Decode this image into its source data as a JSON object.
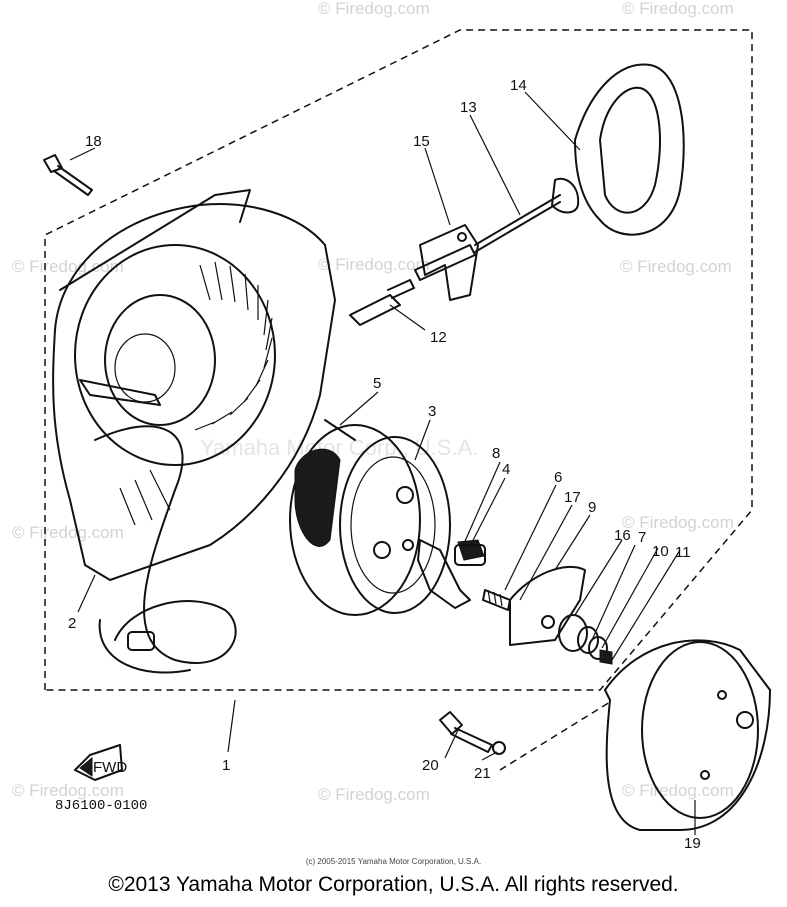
{
  "watermark": {
    "text": "© Firedog.com",
    "center": "Yamaha Motor Corp., U.S.A."
  },
  "callouts": [
    "1",
    "2",
    "3",
    "4",
    "5",
    "6",
    "7",
    "8",
    "9",
    "10",
    "11",
    "12",
    "13",
    "14",
    "15",
    "16",
    "17",
    "18",
    "19",
    "20",
    "21"
  ],
  "fwd_label": "FWD",
  "part_code": "8J6100-0100",
  "small_credit": "(c) 2005-2015 Yamaha Motor Corporation, U.S.A.",
  "copyright": "©2013 Yamaha Motor Corporation, U.S.A. All rights reserved."
}
